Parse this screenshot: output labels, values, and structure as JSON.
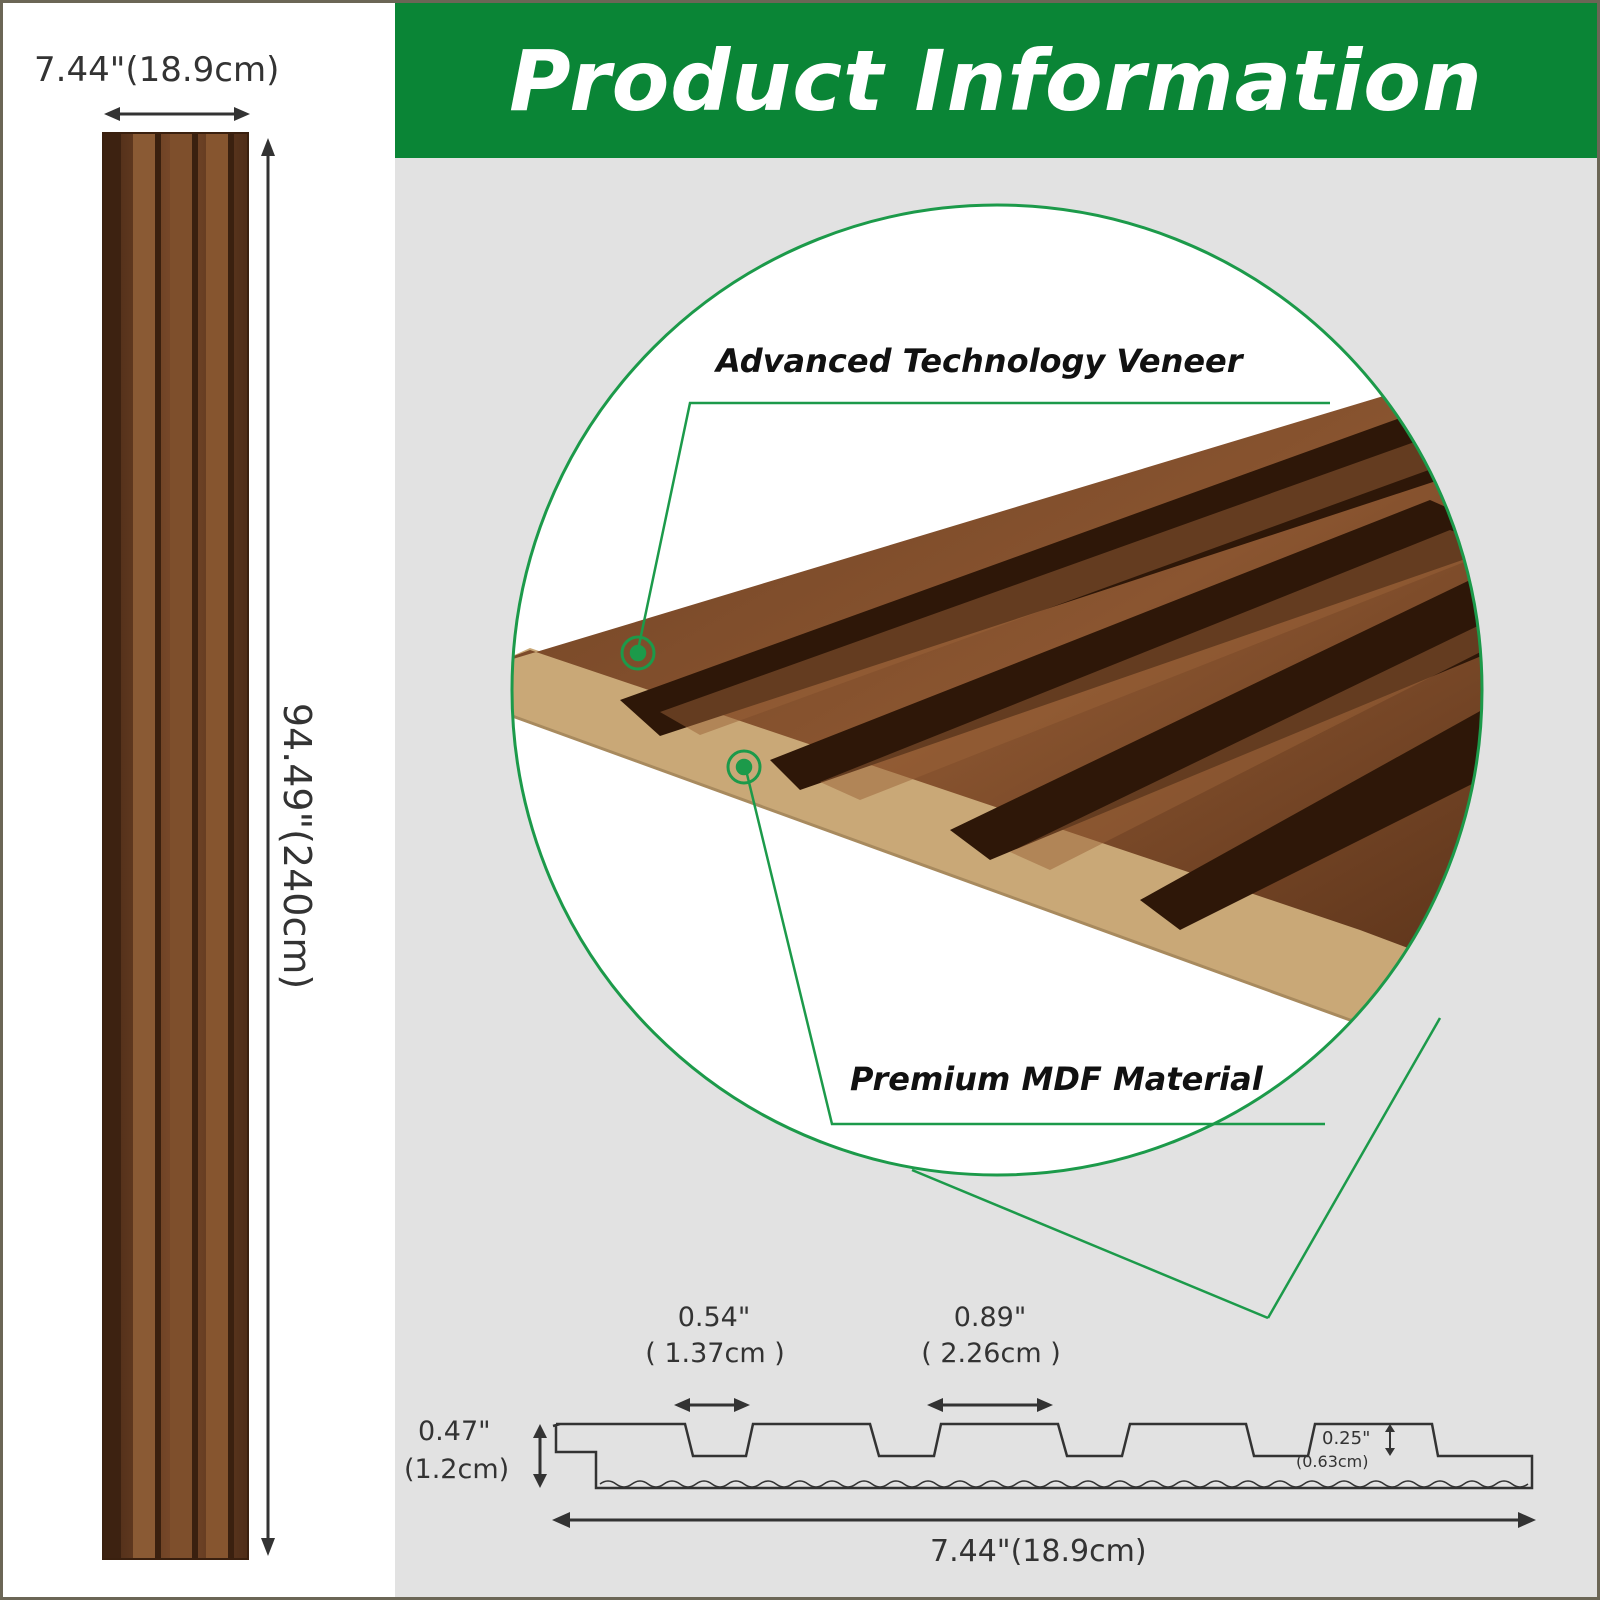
{
  "title": "Product Information",
  "panel": {
    "width_label": "7.44\"(18.9cm)",
    "length_label": "94.49\"(240cm)"
  },
  "callouts": {
    "veneer": "Advanced Technology Veneer",
    "mdf": "Premium MDF Material"
  },
  "profile": {
    "slat_gap": {
      "inch": "0.54\"",
      "cm": "( 1.37cm )"
    },
    "slat_width": {
      "inch": "0.89\"",
      "cm": "( 2.26cm )"
    },
    "thickness": {
      "inch": "0.47\"",
      "cm": "(1.2cm)"
    },
    "groove_depth": {
      "inch": "0.25\"",
      "cm": "(0.63cm)"
    },
    "total_width": "7.44\"(18.9cm)"
  },
  "colors": {
    "brand_green": "#0a8536",
    "wood": "#6b3f22",
    "mdf": "#c9a877",
    "background": "#e2e2e2"
  }
}
